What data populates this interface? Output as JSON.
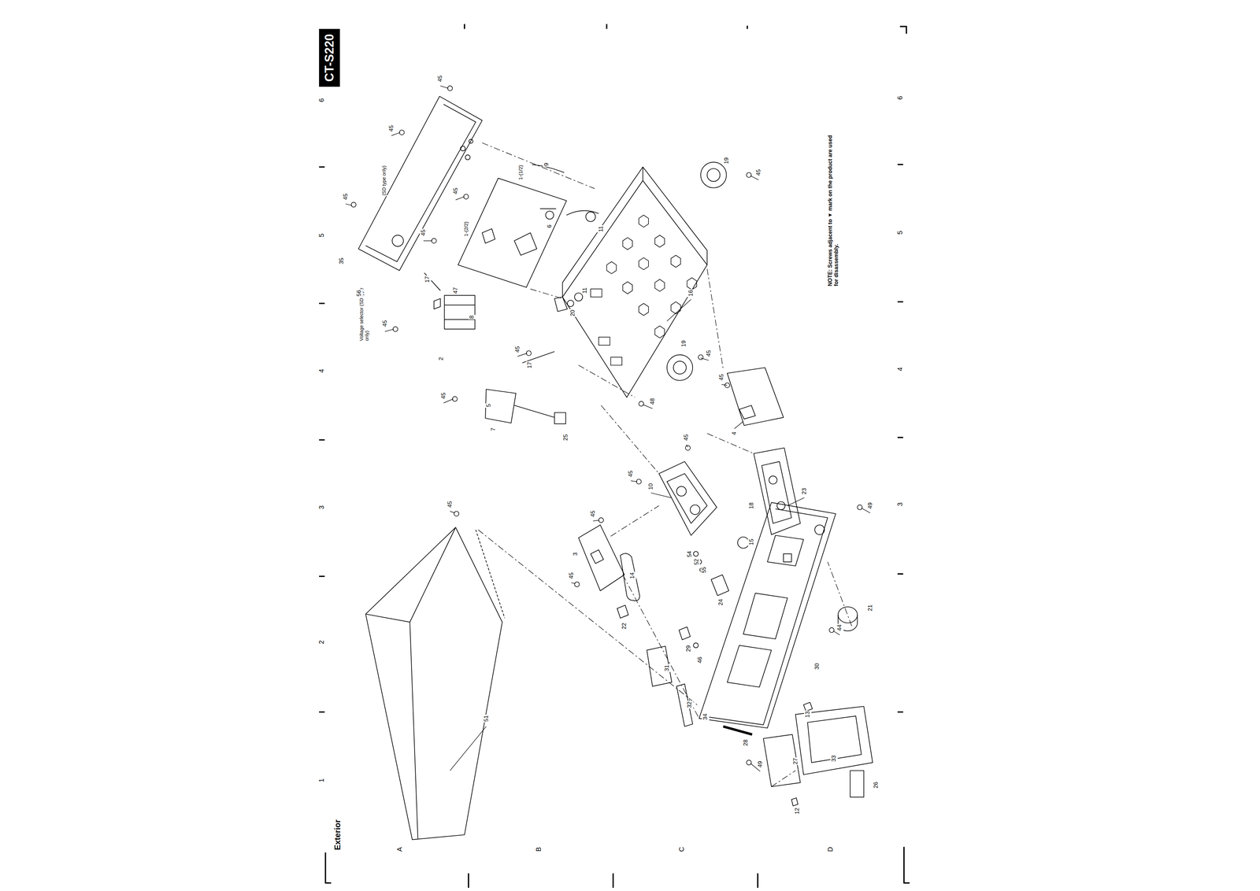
{
  "diagram": {
    "nodes": [
      {
        "text": [
          "CT-S220"
        ]
      }
    ],
    "labels": [
      "6",
      "5",
      "4",
      "3",
      "2",
      "1",
      "6",
      "5",
      "4",
      "3",
      "A",
      "B",
      "C",
      "D",
      "Exterior",
      "NOTE: Screws adjacent to ▼ mark on the product are used for disassembly.",
      "Voltage selector (SD type only)",
      "(SD type only)",
      "45",
      "45",
      "45",
      "45",
      "45",
      "35",
      "56",
      "45",
      "8",
      "2",
      "17",
      "47",
      "1-(2/2)",
      "1-(1/2)",
      "9",
      "6",
      "11",
      "11",
      "20",
      "16",
      "19",
      "45",
      "45",
      "17",
      "45",
      "5",
      "7",
      "25",
      "19",
      "45",
      "45",
      "48",
      "4",
      "45",
      "45",
      "10",
      "23",
      "18",
      "49",
      "45",
      "45",
      "3",
      "15",
      "54",
      "52",
      "55",
      "24",
      "14",
      "45",
      "21",
      "44",
      "22",
      "29",
      "46",
      "31",
      "30",
      "32",
      "34",
      "13",
      "51",
      "28",
      "49",
      "27",
      "33",
      "26",
      "12"
    ]
  }
}
